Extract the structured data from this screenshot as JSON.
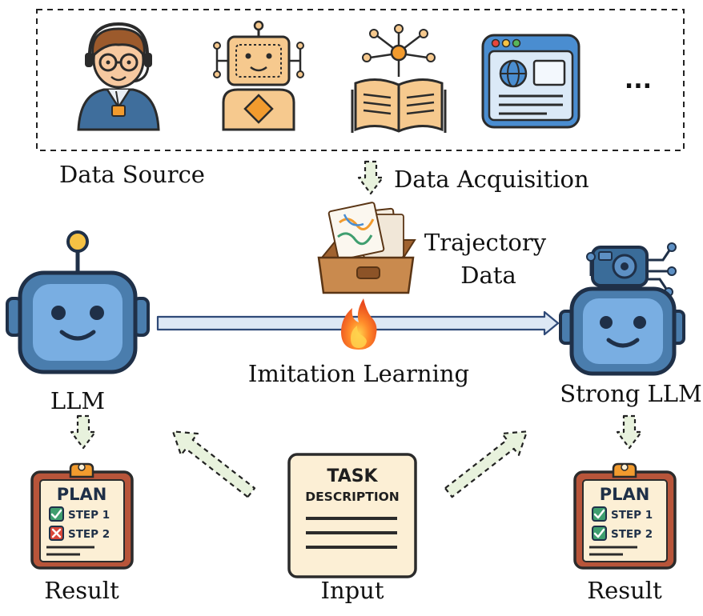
{
  "labels": {
    "data_source": "Data Source",
    "data_acquisition": "Data Acquisition",
    "trajectory_line1": "Trajectory",
    "trajectory_line2": "Data",
    "imitation_learning": "Imitation Learning",
    "llm": "LLM",
    "strong_llm": "Strong LLM",
    "result_left": "Result",
    "input": "Input",
    "result_right": "Result",
    "ellipsis": "..."
  },
  "task_card": {
    "title": "TASK",
    "subtitle": "DESCRIPTION"
  },
  "plan_left": {
    "title": "PLAN",
    "steps": [
      {
        "label": "STEP 1",
        "status": "check"
      },
      {
        "label": "STEP 2",
        "status": "cross"
      }
    ]
  },
  "plan_right": {
    "title": "PLAN",
    "steps": [
      {
        "label": "STEP 1",
        "status": "check"
      },
      {
        "label": "STEP 2",
        "status": "check"
      }
    ]
  },
  "icons": {
    "data_sources": [
      "human-annotator-icon",
      "robot-agent-icon",
      "knowledge-book-icon",
      "web-browser-icon"
    ],
    "llm": "robot-head-icon",
    "strong_llm": "robot-head-with-gear-icon",
    "trajectory": "trajectory-box-icon",
    "imitation": "flame-icon"
  },
  "colors": {
    "robot_blue": "#4a7dad",
    "robot_face": "#3a6c99",
    "arrow_fill": "#dde8f5",
    "arrow_stroke": "#2f4a78",
    "dashed_fill": "#e8f2dd",
    "orange": "#f29b2e",
    "flame": "#f05a24",
    "check": "#3f9e6f",
    "cross": "#d9473a",
    "paper": "#fcefd5"
  }
}
